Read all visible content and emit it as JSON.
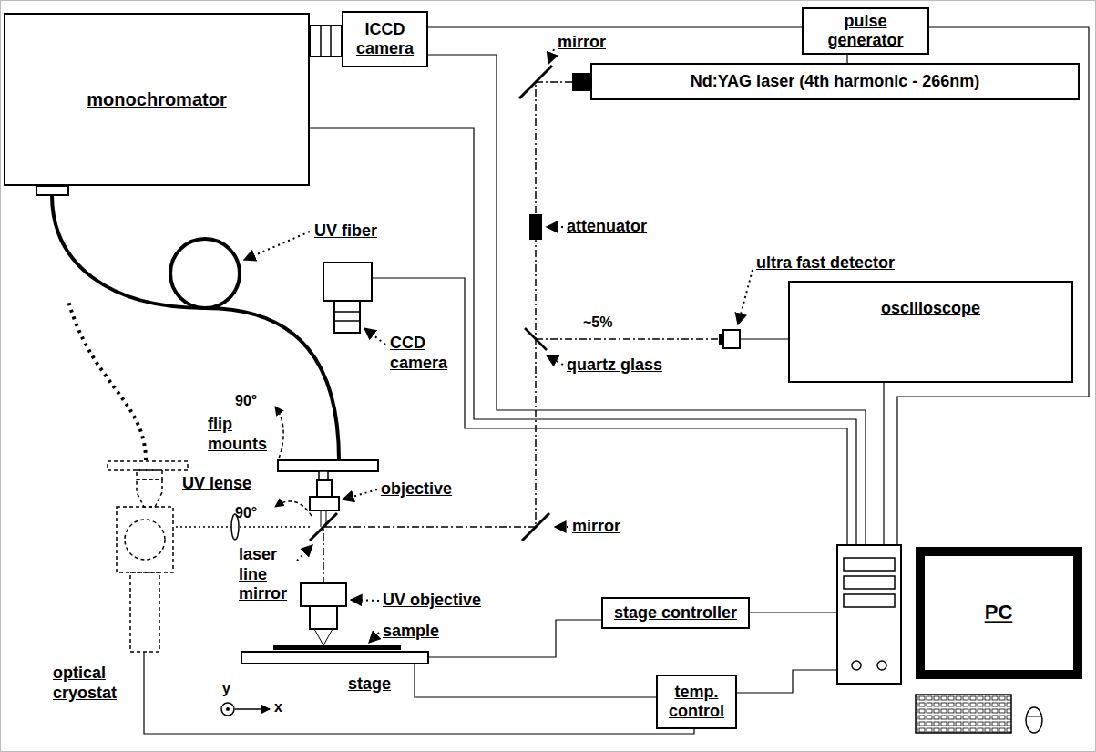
{
  "diagram": {
    "nodes": [
      {
        "text": [
          "monochromator"
        ]
      },
      {
        "text": [
          "ICCD camera"
        ]
      },
      {
        "text": [
          "pulse generator"
        ]
      },
      {
        "text": [
          "Nd:YAG laser (4th harmonic - 266nm)"
        ]
      },
      {
        "text": [
          "oscilloscope"
        ]
      },
      {
        "text": [
          "stage controller"
        ]
      },
      {
        "text": [
          "temp. control"
        ]
      },
      {
        "text": [
          "PC"
        ]
      }
    ],
    "edges": [
      {
        "from": 1,
        "to": 2,
        "arrow": "none"
      },
      {
        "from": 2,
        "to": 3,
        "arrow": "none"
      },
      {
        "from": 2,
        "to": 7,
        "arrow": "none"
      },
      {
        "from": 1,
        "to": 7,
        "arrow": "none"
      },
      {
        "from": 0,
        "to": 7,
        "arrow": "none"
      },
      {
        "from": 4,
        "to": 7,
        "arrow": "none"
      },
      {
        "from": 5,
        "to": 7,
        "arrow": "none"
      },
      {
        "from": 6,
        "to": 7,
        "arrow": "none"
      }
    ],
    "labels": [
      "mirror",
      "attenuator",
      "ultra fast detector",
      "~5%",
      "quartz glass",
      "UV fiber",
      "CCD camera",
      "90°",
      "flip mounts",
      "90°",
      "objective",
      "UV lense",
      "laser line mirror",
      "mirror",
      "UV objective",
      "sample",
      "optical cryostat",
      "y",
      "x",
      "stage"
    ]
  }
}
